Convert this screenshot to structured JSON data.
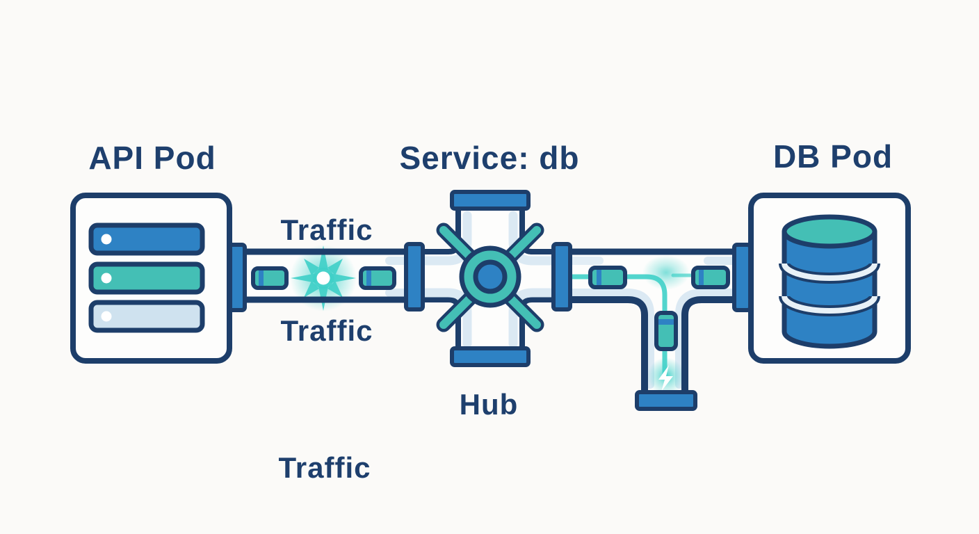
{
  "labels": {
    "api_pod": "API Pod",
    "service": "Service: db",
    "db_pod": "DB Pod",
    "hub": "Hub",
    "traffic_top": "Traffic",
    "traffic_bottom": "Traffic",
    "traffic_lower": "Traffic"
  },
  "colors": {
    "bg": "#fbfaf8",
    "panel": "#fdfdfc",
    "navy": "#1d3e6a",
    "text": "#1e3f6d",
    "blue": "#2e82c4",
    "teal": "#44bfb5",
    "lightblue": "#cfe2ef",
    "channel": "#dbe9f3",
    "glow": "#3fd0c8"
  }
}
